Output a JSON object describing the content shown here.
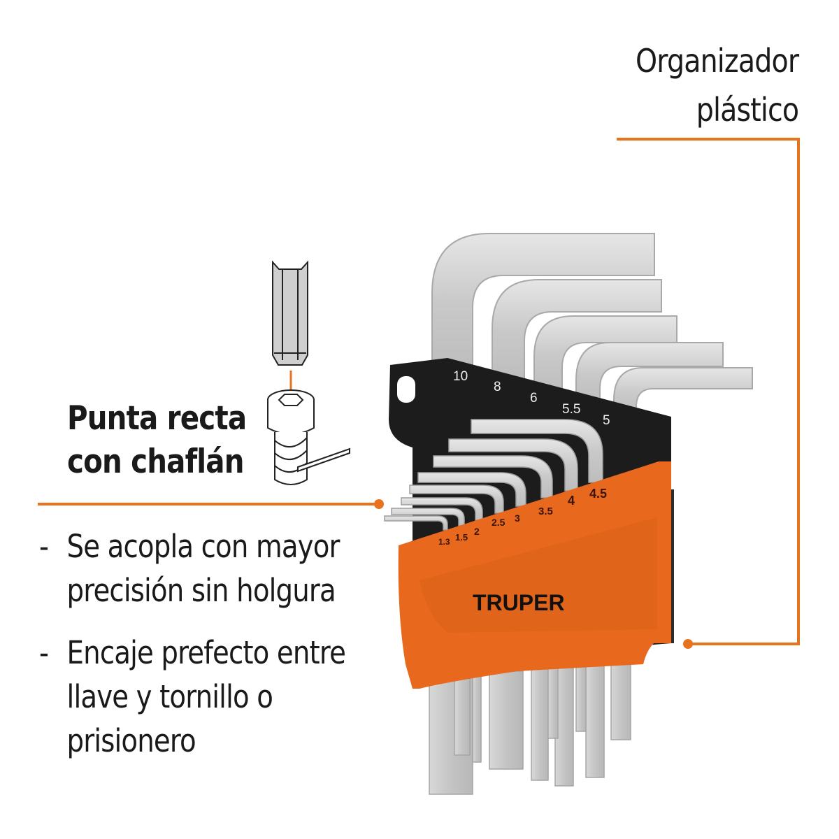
{
  "callouts": {
    "organizer": {
      "line1": "Organizador",
      "line2": "plástico"
    },
    "tip": {
      "line1": "Punta recta",
      "line2": "con chaflán"
    }
  },
  "features": [
    {
      "dash": "-",
      "text": "Se acopla con mayor\nprecisión sin holgura"
    },
    {
      "dash": "-",
      "text": "Encaje prefecto entre\nllave y tornillo o\nprisionero"
    }
  ],
  "product": {
    "brand": "TRUPER",
    "large_sizes": [
      "10",
      "8",
      "6",
      "5.5",
      "5"
    ],
    "small_sizes": [
      "1.3",
      "1.5",
      "2",
      "2.5",
      "3",
      "3.5",
      "4",
      "4.5"
    ]
  },
  "colors": {
    "accent": "#e8731f",
    "holder_orange": "#e8691e",
    "holder_black": "#1c1c1c",
    "steel": "#cfcfcf",
    "text": "#1a1a1a"
  }
}
